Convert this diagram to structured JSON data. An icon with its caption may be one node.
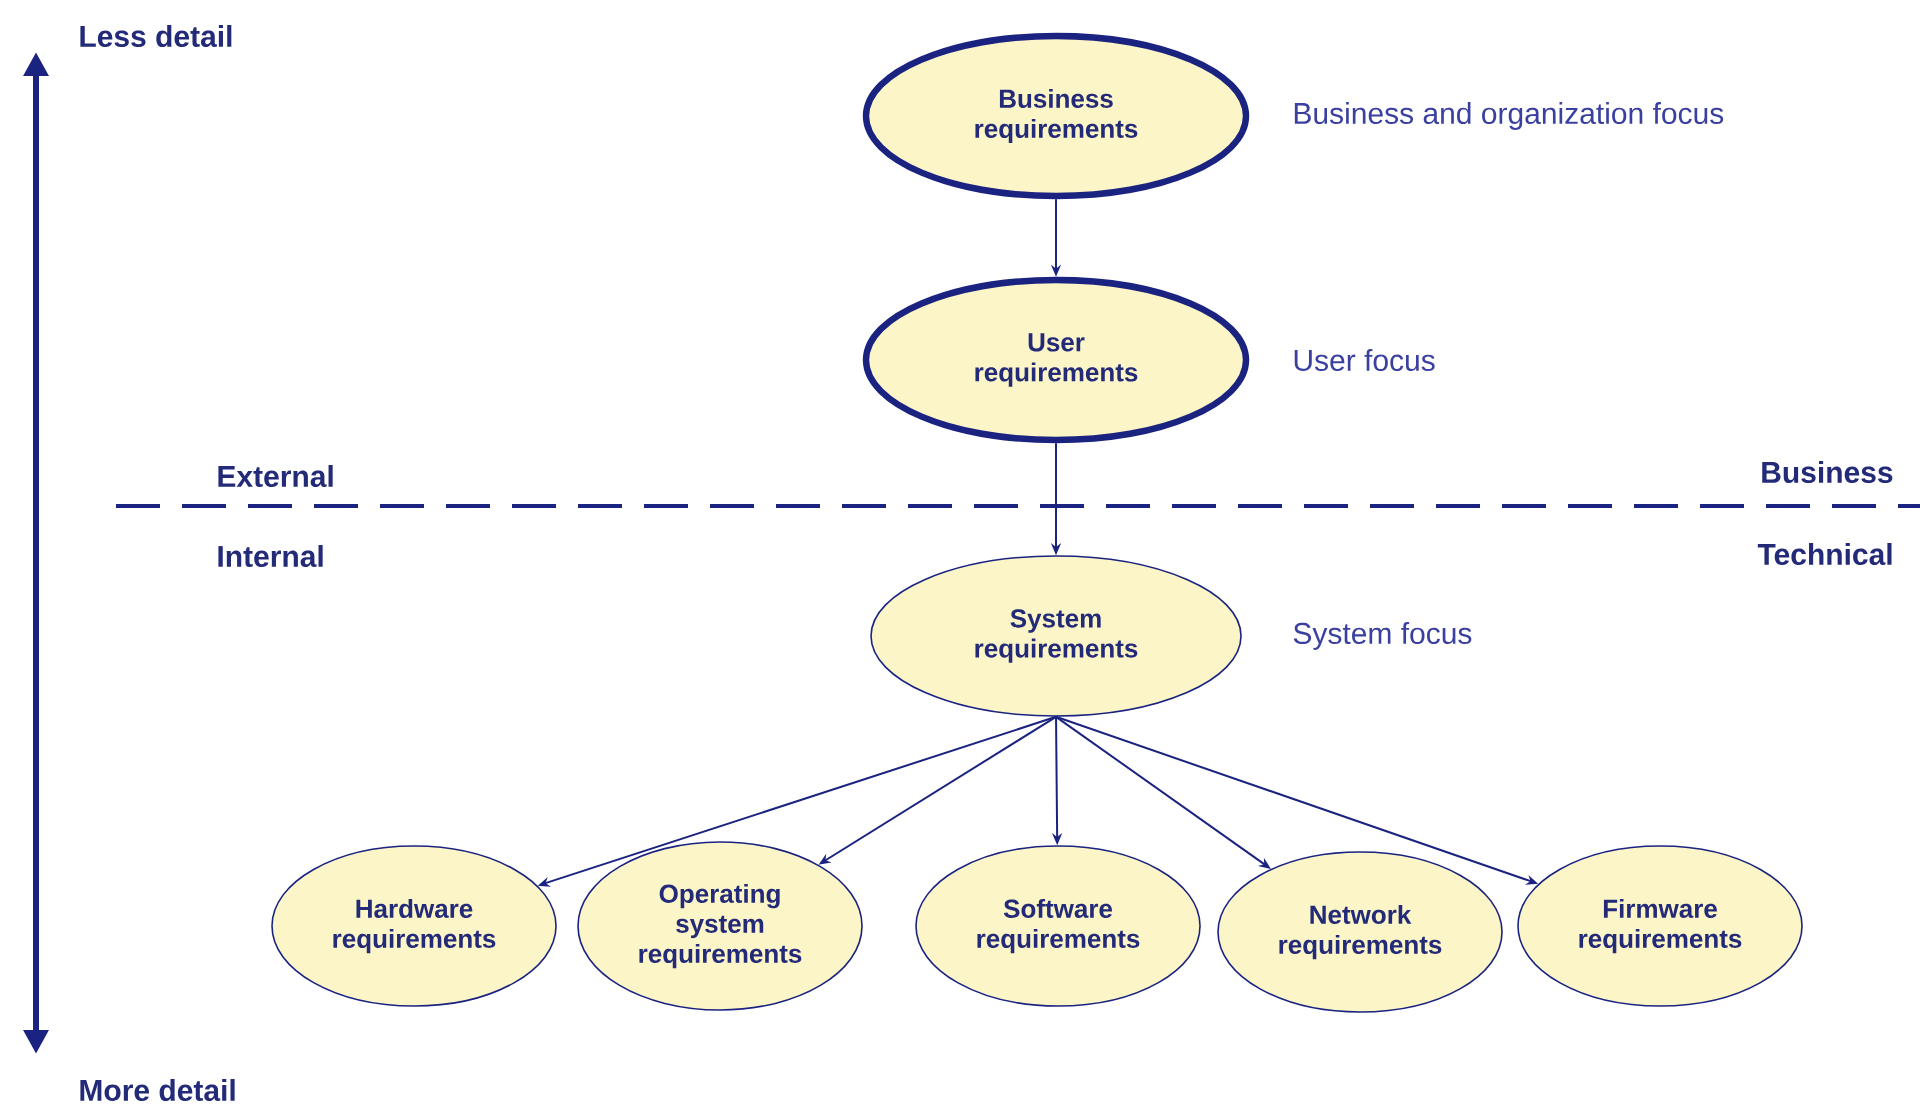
{
  "diagram": {
    "nodes": [
      {
        "text": [
          "Business requirements"
        ],
        "beside": [
          "Business and organization focus"
        ]
      },
      {
        "text": [
          "User requirements"
        ],
        "beside": [
          "User focus"
        ]
      },
      {
        "text": [
          "System requirements"
        ],
        "beside": [
          "System focus"
        ]
      },
      {
        "text": [
          "Hardware requirements"
        ]
      },
      {
        "text": [
          "Operating system requirements"
        ]
      },
      {
        "text": [
          "Software requirements"
        ]
      },
      {
        "text": [
          "Network requirements"
        ]
      },
      {
        "text": [
          "Firmware requirements"
        ]
      }
    ],
    "edges": [
      {
        "from": 0,
        "to": 1,
        "arrow": "to"
      },
      {
        "from": 1,
        "to": 2,
        "arrow": "to"
      },
      {
        "from": 2,
        "to": 3,
        "arrow": "to"
      },
      {
        "from": 2,
        "to": 4,
        "arrow": "to"
      },
      {
        "from": 2,
        "to": 5,
        "arrow": "to"
      },
      {
        "from": 2,
        "to": 6,
        "arrow": "to"
      },
      {
        "from": 2,
        "to": 7,
        "arrow": "to"
      }
    ],
    "labels": [
      "Less detail",
      "External",
      "Business",
      "Internal",
      "Technical",
      "More detail"
    ]
  }
}
